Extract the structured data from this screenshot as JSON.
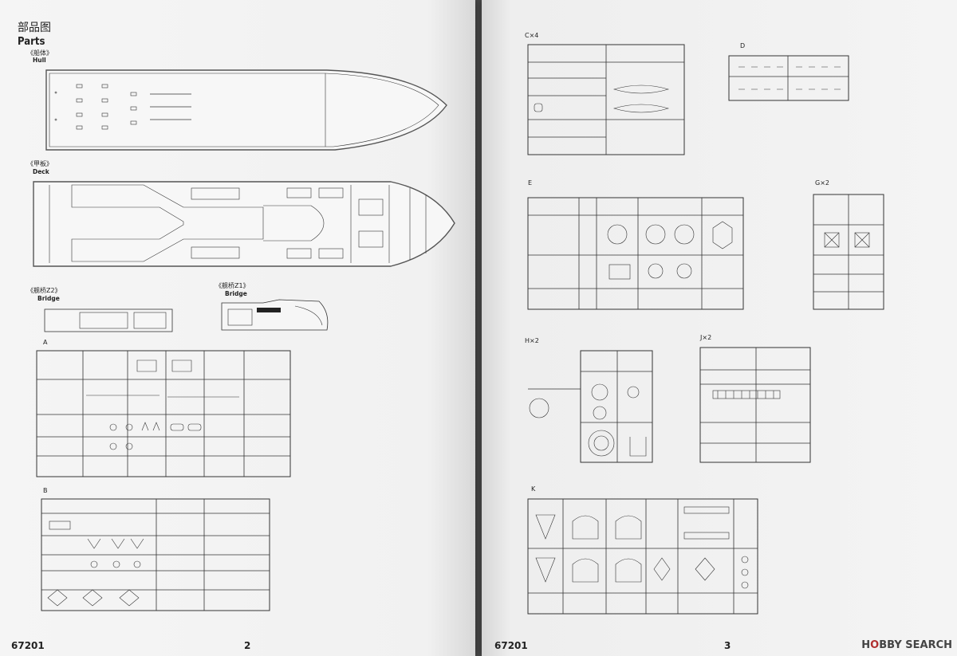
{
  "left_page": {
    "title_cn": "部品图",
    "title_en": "Parts",
    "sections": {
      "hull": {
        "cn": "《船体》",
        "en": "Hull"
      },
      "deck": {
        "cn": "《甲板》",
        "en": "Deck"
      },
      "bridge_z2": {
        "cn": "《舰桥Z2》",
        "en": "Bridge"
      },
      "bridge_z1": {
        "cn": "《舰桥Z1》",
        "en": "Bridge"
      }
    },
    "sprue_labels": {
      "a": "A",
      "b": "B"
    },
    "footer_code": "67201",
    "page_number": "2"
  },
  "right_page": {
    "sprue_labels": {
      "c": "C×4",
      "d": "D",
      "e": "E",
      "g": "G×2",
      "h": "H×2",
      "j": "J×2",
      "k": "K"
    },
    "footer_code": "67201",
    "page_number": "3"
  },
  "watermark": {
    "lead": "H",
    "mark": "O",
    "tail": "BBY SEARCH"
  }
}
